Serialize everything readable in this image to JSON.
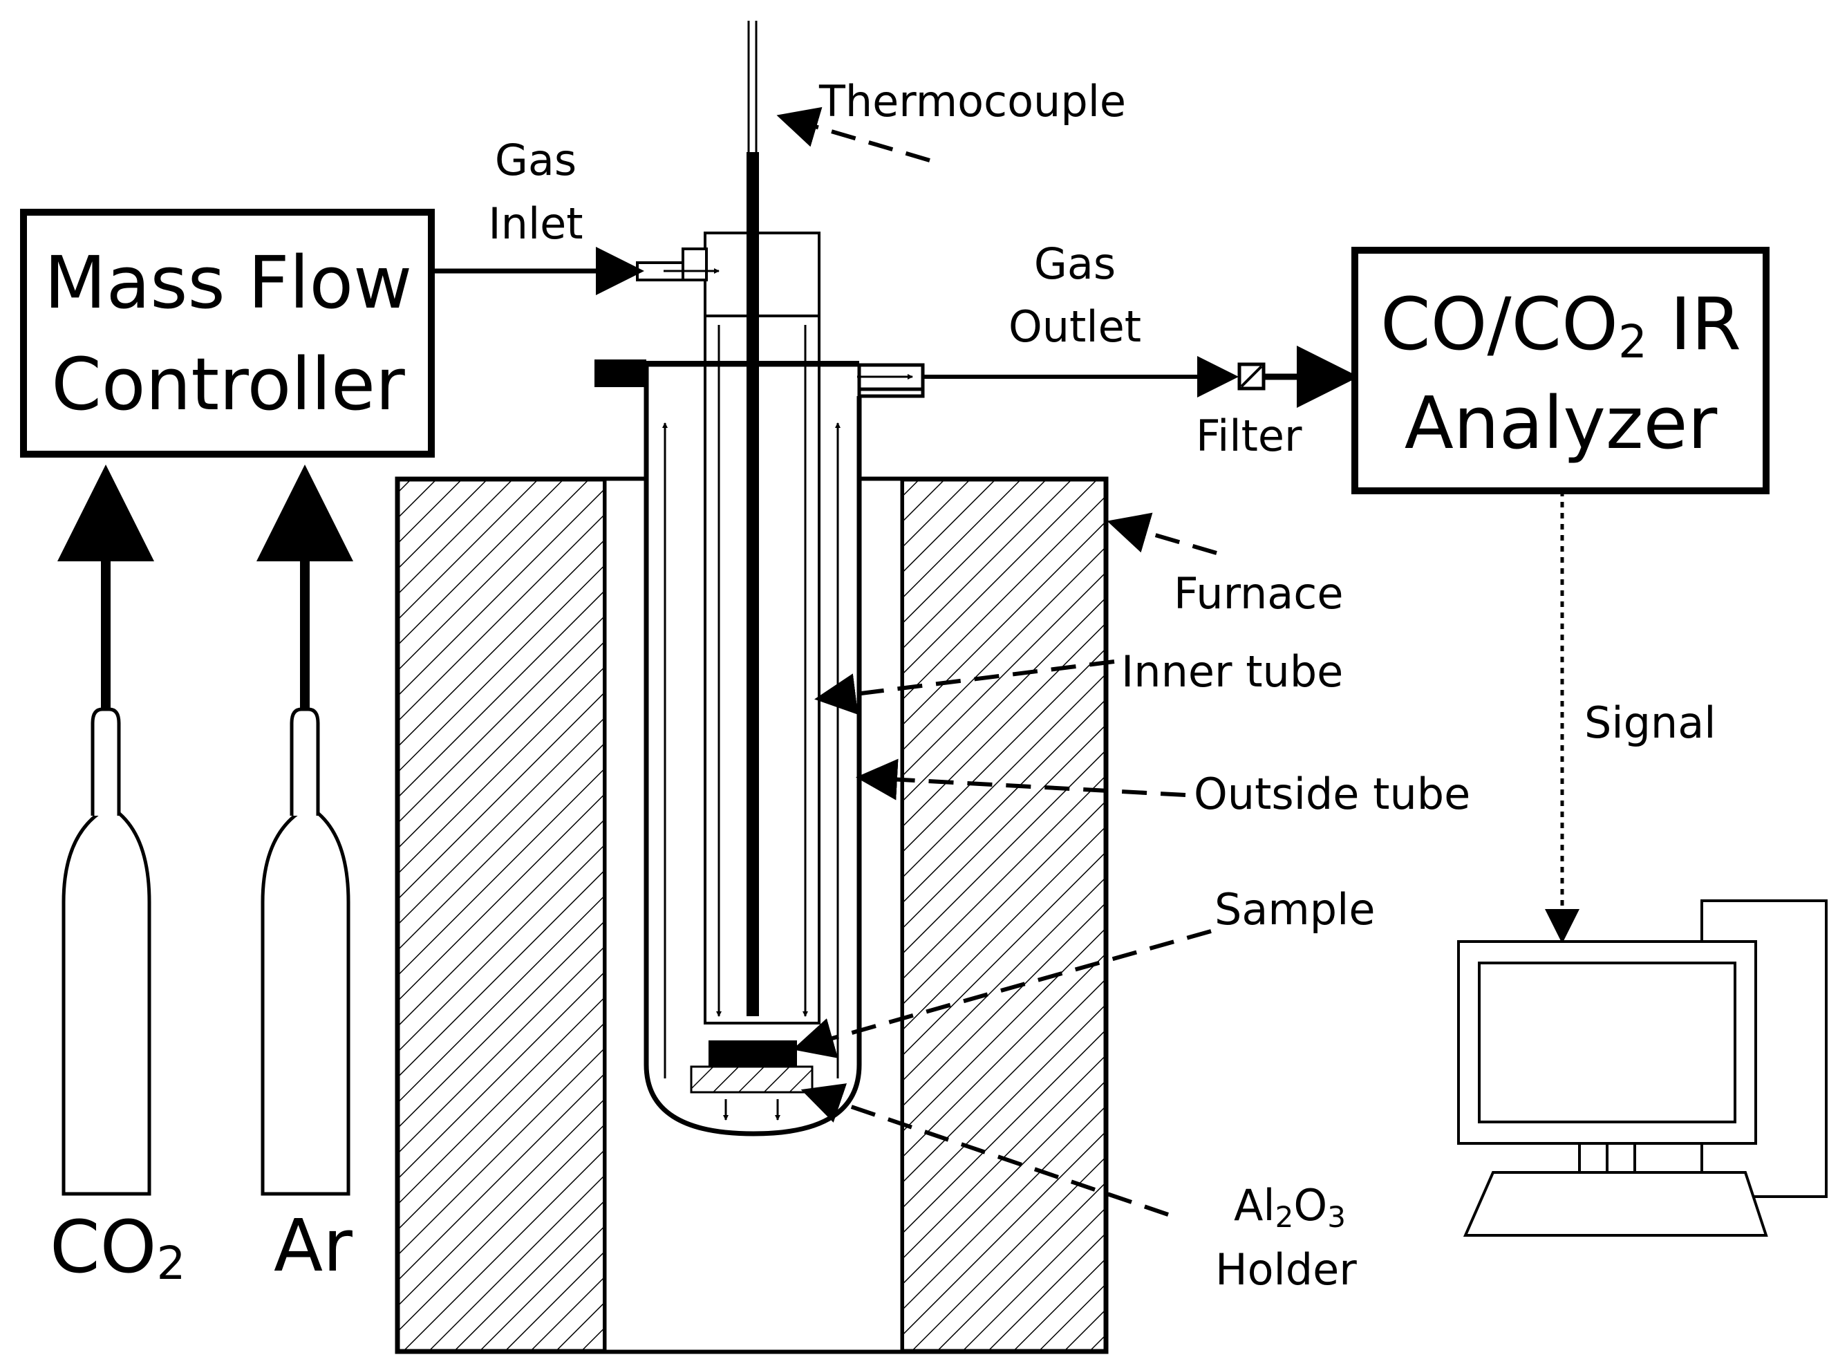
{
  "boxes": {
    "mfc_line1": "Mass Flow",
    "mfc_line2": "Controller",
    "analyzer_line1_a": "CO/CO",
    "analyzer_line1_sub": "2",
    "analyzer_line1_b": " IR",
    "analyzer_line2": "Analyzer"
  },
  "cylinders": {
    "co2_main": "CO",
    "co2_sub": "2",
    "ar": "Ar"
  },
  "labels": {
    "thermocouple": "Thermocouple",
    "gas_inlet_1": "Gas",
    "gas_inlet_2": "Inlet",
    "gas_outlet_1": "Gas",
    "gas_outlet_2": "Outlet",
    "filter": "Filter",
    "furnace": "Furnace",
    "inner_tube": "Inner tube",
    "outside_tube": "Outside tube",
    "sample": "Sample",
    "holder_al": "Al",
    "holder_sub2": "2",
    "holder_o": "O",
    "holder_sub3": "3",
    "holder_word": "Holder",
    "signal": "Signal"
  }
}
